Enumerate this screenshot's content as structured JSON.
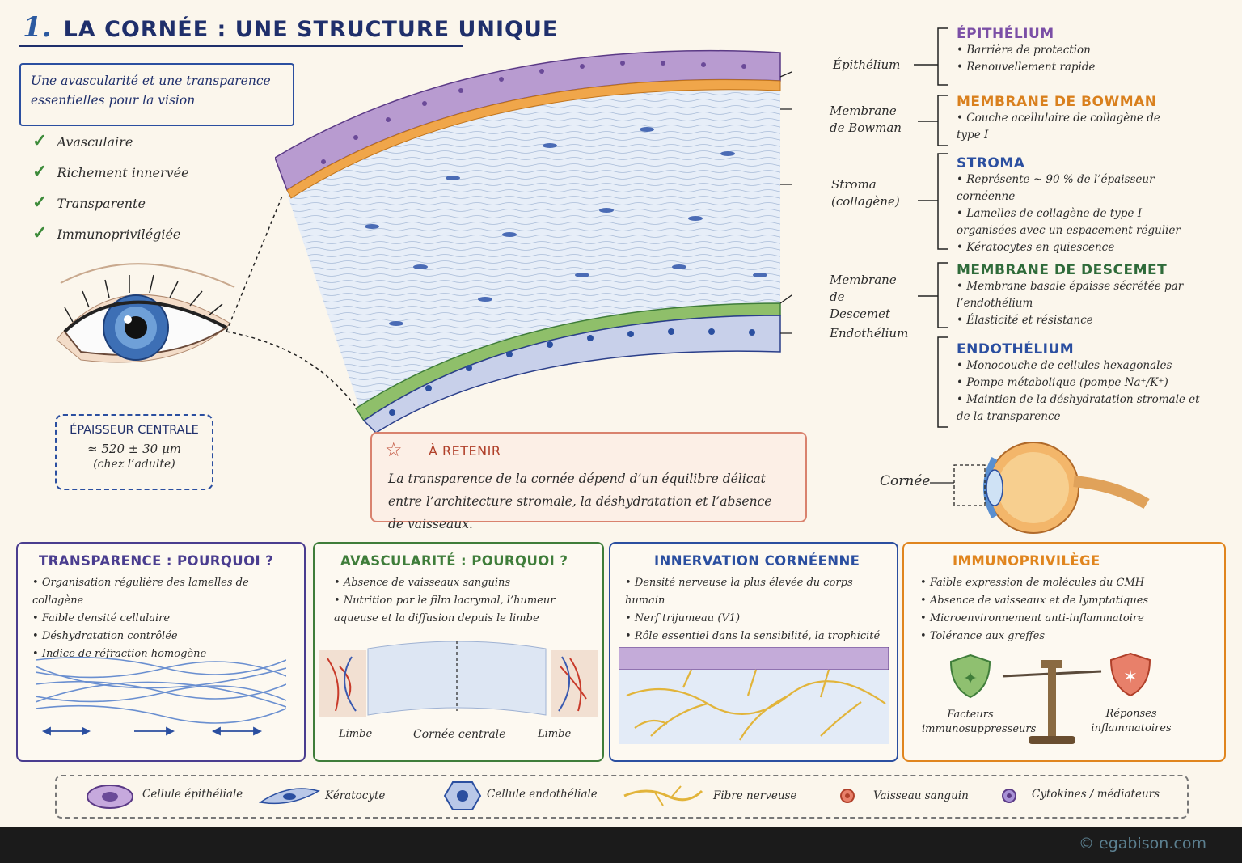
{
  "header": {
    "number": "1.",
    "title": "LA CORNÉE : UNE STRUCTURE UNIQUE"
  },
  "subtitle_box": "Une avascularité et une transparence essentielles pour la vision",
  "checklist": [
    "Avasculaire",
    "Richement innervée",
    "Transparente",
    "Immunoprivilégiée"
  ],
  "thickness": {
    "title": "ÉPAISSEUR CENTRALE",
    "value": "≈ 520 ± 30 µm",
    "note": "(chez l’adulte)"
  },
  "layer_labels": [
    "Épithélium",
    "Membrane de Bowman",
    "Stroma (collagène)",
    "Membrane de Descemet",
    "Endothélium"
  ],
  "layers": [
    {
      "title": "ÉPITHÉLIUM",
      "color": "#7b4fa6",
      "items": [
        "Barrière de protection",
        "Renouvellement rapide"
      ]
    },
    {
      "title": "MEMBRANE DE BOWMAN",
      "color": "#d9801e",
      "items": [
        "Couche acellulaire de collagène de type I"
      ]
    },
    {
      "title": "STROMA",
      "color": "#2b4fa0",
      "items": [
        "Représente ~ 90 % de l’épaisseur cornéenne",
        "Lamelles de collagène de type I organisées avec un espacement régulier",
        "Kératocytes en quiescence"
      ]
    },
    {
      "title": "MEMBRANE DE DESCEMET",
      "color": "#2f6b3a",
      "items": [
        "Membrane basale épaisse sécrétée par l’endothélium",
        "Élasticité et résistance"
      ]
    },
    {
      "title": "ENDOTHÉLIUM",
      "color": "#2b4fa0",
      "items": [
        "Monocouche de cellules hexagonales",
        "Pompe métabolique (pompe Na⁺/K⁺)",
        "Maintien de la déshydratation stromale et de la transparence"
      ]
    }
  ],
  "retenir": {
    "title": "À RETENIR",
    "text": "La transparence de la cornée dépend d’un équilibre délicat entre l’architecture stromale, la déshydratation et l’absence de vaisseaux."
  },
  "eye_label": "Cornée",
  "panels": [
    {
      "title": "TRANSPARENCE : POURQUOI ?",
      "color": "#4a3d8f",
      "items": [
        "Organisation régulière des lamelles de collagène",
        "Faible densité cellulaire",
        "Déshydratation contrôlée",
        "Indice de réfraction homogène"
      ]
    },
    {
      "title": "AVASCULARITÉ : POURQUOI ?",
      "color": "#3f7d3a",
      "items": [
        "Absence de vaisseaux sanguins",
        "Nutrition par le film lacrymal, l’humeur aqueuse et la diffusion depuis le limbe"
      ],
      "labels": [
        "Limbe",
        "Cornée centrale",
        "Limbe"
      ]
    },
    {
      "title": "INNERVATION CORNÉENNE",
      "color": "#2b4fa0",
      "items": [
        "Densité nerveuse la plus élevée du corps humain",
        "Nerf trijumeau (V1)",
        "Rôle essentiel dans la sensibilité, la trophicité et la cicatrisation"
      ]
    },
    {
      "title": "IMMUNOPRIVILÈGE",
      "color": "#e0851e",
      "items": [
        "Faible expression de molécules du CMH",
        "Absence de vaisseaux et de lymptatiques",
        "Microenvironnement anti-inflammatoire",
        "Tolérance aux greffes"
      ],
      "labels": [
        "Facteurs immunosuppresseurs",
        "Réponses inflammatoires"
      ]
    }
  ],
  "legend": [
    "Cellule épithéliale",
    "Kératocyte",
    "Cellule endothéliale",
    "Fibre nerveuse",
    "Vaisseau sanguin",
    "Cytokines / médiateurs"
  ],
  "watermark": "© egabison.com"
}
